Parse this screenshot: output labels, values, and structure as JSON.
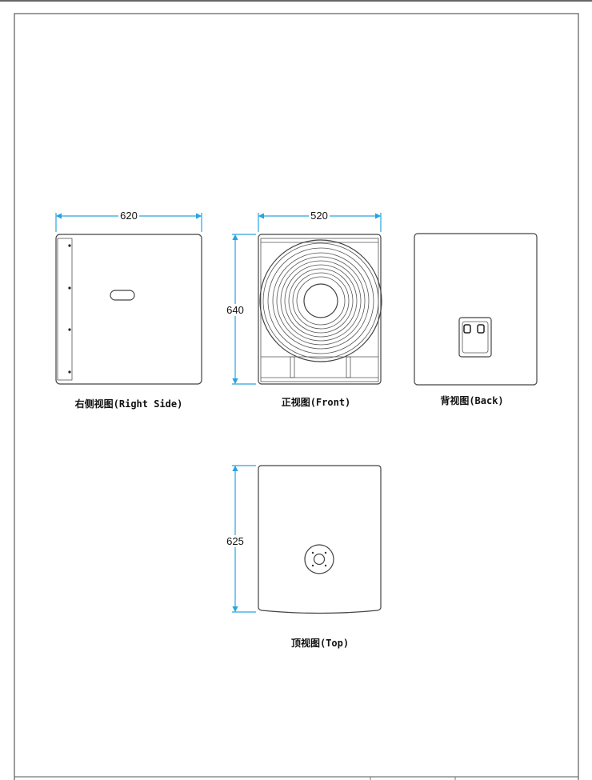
{
  "views": {
    "right_side": {
      "caption": "右侧视图(Right Side)",
      "width_dim": "620"
    },
    "front": {
      "caption": "正视图(Front)",
      "width_dim": "520",
      "height_dim": "640"
    },
    "back": {
      "caption": "背视图(Back)"
    },
    "top": {
      "caption": "顶视图(Top)",
      "depth_dim": "625"
    }
  },
  "colors": {
    "dimension_line": "#29a3e0",
    "outline": "#444444"
  }
}
